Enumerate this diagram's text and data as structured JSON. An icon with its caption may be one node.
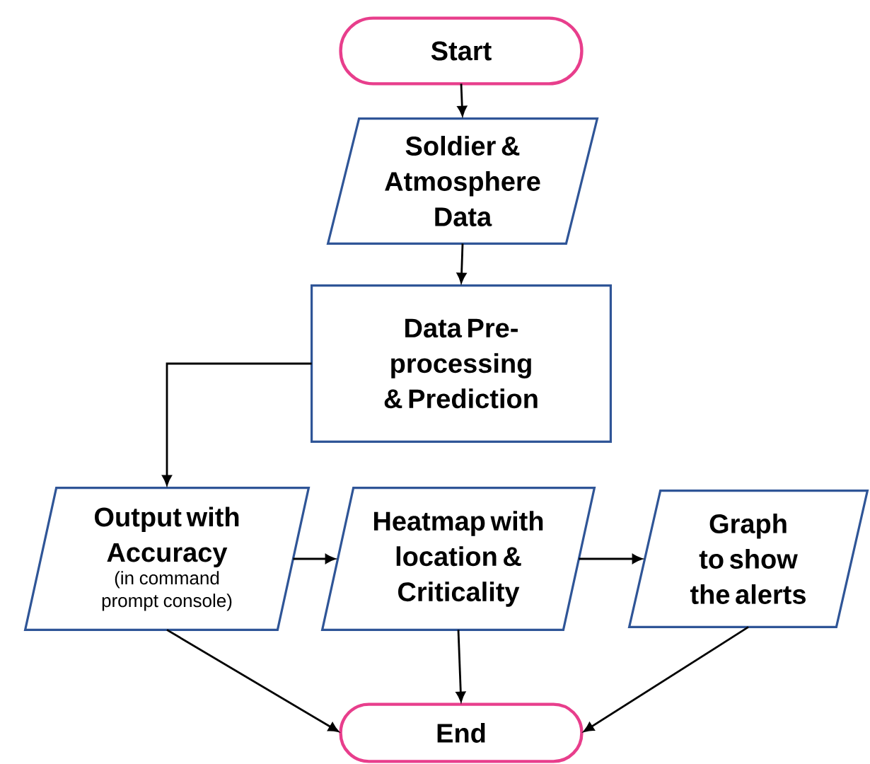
{
  "diagram": {
    "nodes": [
      {
        "text": [
          "Start"
        ]
      },
      {
        "text": [
          "Soldier & Atmosphere Data"
        ]
      },
      {
        "text": [
          "Data Pre-processing & Prediction"
        ]
      },
      {
        "text": [
          "Output with Accuracy",
          "(in command prompt console)"
        ]
      },
      {
        "text": [
          "Heatmap with location & Criticality"
        ]
      },
      {
        "text": [
          "Graph to show the alerts"
        ]
      },
      {
        "text": [
          "End"
        ]
      }
    ],
    "edges": [
      {
        "from": 0,
        "to": 1,
        "arrow": "to"
      },
      {
        "from": 1,
        "to": 2,
        "arrow": "to"
      },
      {
        "from": 2,
        "to": 3,
        "arrow": "to"
      },
      {
        "from": 3,
        "to": 4,
        "arrow": "to"
      },
      {
        "from": 4,
        "to": 5,
        "arrow": "to"
      },
      {
        "from": 3,
        "to": 6,
        "arrow": "to"
      },
      {
        "from": 4,
        "to": 6,
        "arrow": "to"
      },
      {
        "from": 5,
        "to": 6,
        "arrow": "to"
      }
    ]
  }
}
